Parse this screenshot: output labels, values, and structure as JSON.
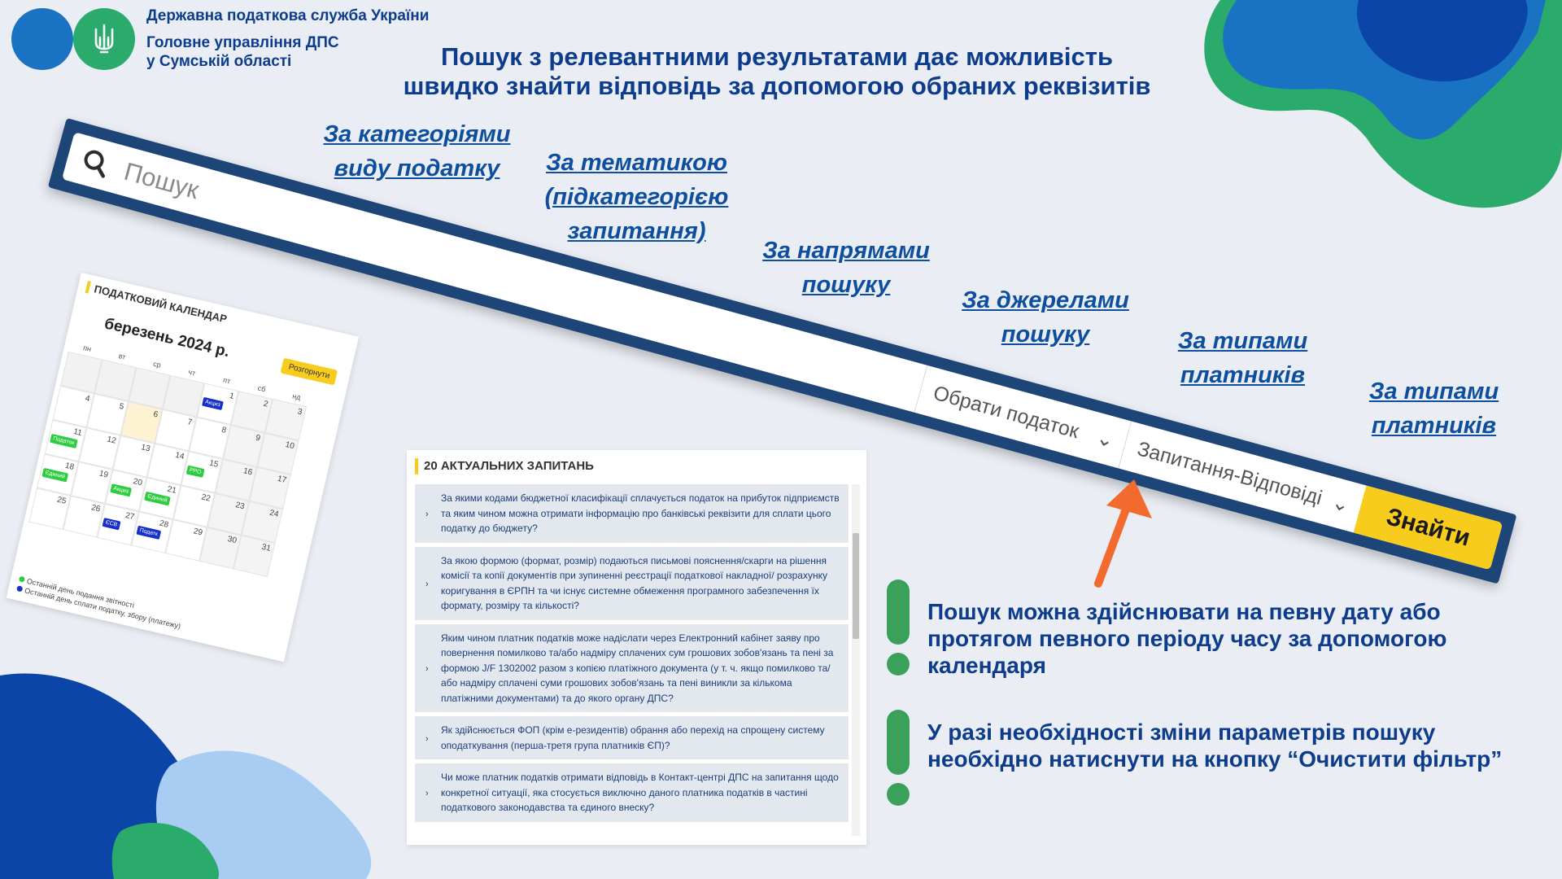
{
  "header": {
    "org_line1": "Державна податкова служба України",
    "org_line2": "Головне управління ДПС",
    "org_line3": "у Сумській області",
    "headline_line1": "Пошук з релевантними результатами дає можливість",
    "headline_line2": "швидко знайти відповідь за допомогою обраних реквізитів"
  },
  "searchbar": {
    "placeholder": "Пошук",
    "select_tax": "Обрати податок",
    "select_type": "Запитання-Відповіді",
    "find_button": "Знайти"
  },
  "categories": [
    {
      "line1": "За категоріями",
      "line2": "виду податку",
      "line3": ""
    },
    {
      "line1": "За тематикою",
      "line2": "(підкатегорією",
      "line3": "запитання)"
    },
    {
      "line1": "За напрямами",
      "line2": "пошуку",
      "line3": ""
    },
    {
      "line1": "За джерелами",
      "line2": "пошуку",
      "line3": ""
    },
    {
      "line1": "За типами",
      "line2": "платників",
      "line3": ""
    },
    {
      "line1": "За типами",
      "line2": "платників",
      "line3": ""
    }
  ],
  "calendar": {
    "title": "ПОДАТКОВИЙ КАЛЕНДАР",
    "month": "березень 2024 р.",
    "expand_button": "Розгорнути",
    "weekdays": [
      "пн",
      "вт",
      "ср",
      "чт",
      "пт",
      "сб",
      "нд"
    ],
    "tags": {
      "akcyz": "Акциз",
      "podatok": "Податок",
      "yedynyi": "Єдиний",
      "rro": "РРО",
      "esv": "ЄСВ",
      "podat": "Податк"
    },
    "legend_green": "Останній день подання звітності",
    "legend_blue": "Останній день сплати податку, збору (платежу)",
    "colors": {
      "green": "#2ecc40",
      "blue": "#1630c9",
      "accent": "#f7cc1c"
    }
  },
  "questions": {
    "title": "20 АКТУАЛЬНИХ ЗАПИТАНЬ",
    "items": [
      "За якими кодами бюджетної класифікації сплачується податок на прибуток підприємств та яким чином можна отримати інформацію про банківські реквізити для сплати цього податку до бюджету?",
      "За якою формою (формат, розмір) подаються письмові пояснення/скарги на рішення комісії та копії документів при зупиненні реєстрації податкової накладної/ розрахунку коригування в ЄРПН та чи існує системне обмеження програмного забезпечення їх формату, розміру та кількості?",
      "Яким чином платник податків може надіслати через Електронний кабінет заяву про повернення помилково та/або надміру сплачених сум грошових зобов'язань та пені за формою J/F 1302002 разом з копією платіжного документа (у т. ч. якщо помилково та/або надміру сплачені суми грошових зобов'язань та пені виникли за кількома платіжними документами) та до якого органу ДПС?",
      "Як здійснюється ФОП (крім е-резидентів) обрання або перехід на спрощену систему оподаткування (перша-третя група платників ЄП)?",
      "Чи може платник податків отримати відповідь в Контакт-центрі ДПС на запитання щодо конкретної ситуації, яка стосується виключно даного платника податків в частині податкового законодавства та єдиного внеску?"
    ]
  },
  "notes": {
    "note1": "Пошук можна здійснювати на певну дату або протягом певного періоду часу за допомогою календаря",
    "note2": "У разі необхідності зміни параметрів пошуку необхідно натиснути на кнопку “Очистити фільтр”"
  },
  "colors": {
    "navy": "#0d3c8c",
    "blue": "#1a73c2",
    "green": "#2bab6b",
    "yellow": "#f7cc1c",
    "arrow": "#f26a2e",
    "bg": "#eaeef4"
  }
}
